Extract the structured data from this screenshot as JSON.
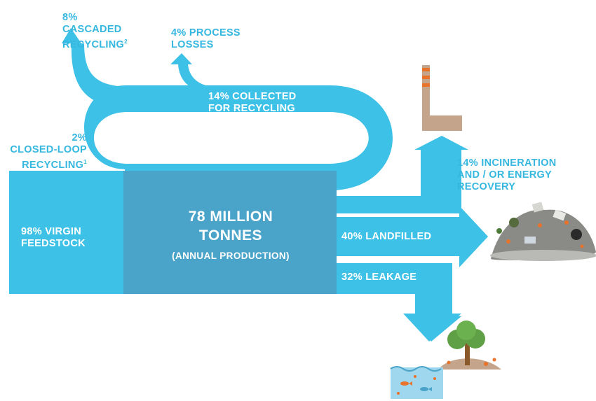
{
  "colors": {
    "flow": "#3ec1e6",
    "flow_dark": "#4aa3c8",
    "label": "#35b7e0",
    "chimney": "#c4a58c",
    "landfill": "#8a8a86"
  },
  "icons": [
    "factory-chimney-icon",
    "landfill-waste-pile-icon",
    "ocean-leakage-fish-icon",
    "tree-island-icon"
  ],
  "labels": {
    "cascaded": {
      "pct": "8%",
      "text": "CASCADED\nRECYCLING",
      "sup": "2"
    },
    "process_losses": "4% PROCESS\nLOSSES",
    "collected": "14% COLLECTED\nFOR RECYCLING",
    "closed_loop": {
      "text": "2%\nCLOSED-LOOP\nRECYCLING",
      "sup": "1"
    },
    "virgin_feedstock": "98% VIRGIN\nFEEDSTOCK",
    "production_amount": "78 MILLION\nTONNES",
    "production_note": "(ANNUAL PRODUCTION)",
    "incineration": "14% INCINERATION\nAND / OR ENERGY\nRECOVERY",
    "landfilled": "40% LANDFILLED",
    "leakage": "32% LEAKAGE"
  }
}
